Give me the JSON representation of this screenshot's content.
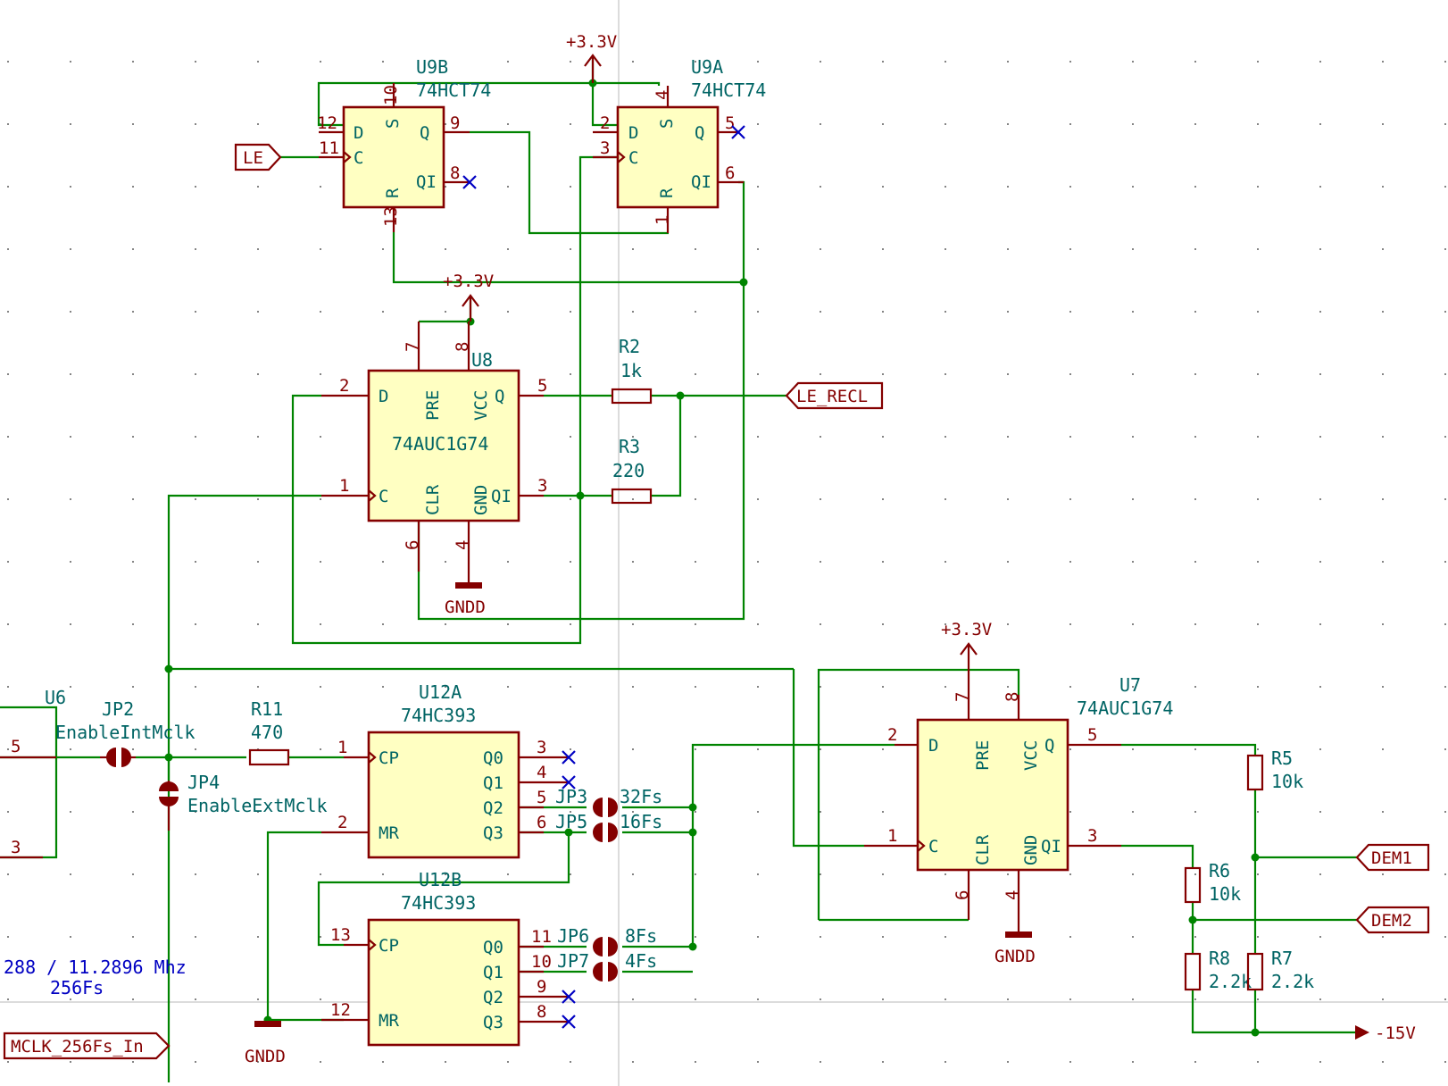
{
  "parts": {
    "u9b": {
      "ref": "U9B",
      "value": "74HCT74",
      "pins": {
        "d": "D",
        "c": "C",
        "s": "S",
        "r": "R",
        "q": "Q",
        "qi": "QI"
      },
      "nums": {
        "p10": "10",
        "p12": "12",
        "p11": "11",
        "p9": "9",
        "p8": "8",
        "p13": "13"
      }
    },
    "u9a": {
      "ref": "U9A",
      "value": "74HCT74",
      "pins": {
        "d": "D",
        "c": "C",
        "s": "S",
        "r": "R",
        "q": "Q",
        "qi": "QI"
      },
      "nums": {
        "p4": "4",
        "p2": "2",
        "p3": "3",
        "p5": "5",
        "p6": "6",
        "p1": "1"
      }
    },
    "u8": {
      "ref": "U8",
      "value": "74AUC1G74",
      "pins": {
        "d": "D",
        "pre": "PRE",
        "vcc": "VCC",
        "q": "Q",
        "c": "C",
        "clr": "CLR",
        "gnd": "GND",
        "qi": "QI"
      },
      "nums": {
        "p7": "7",
        "p8": "8",
        "p2": "2",
        "p5": "5",
        "p1": "1",
        "p3": "3",
        "p6": "6",
        "p4": "4"
      }
    },
    "u7": {
      "ref": "U7",
      "value": "74AUC1G74",
      "pins": {
        "d": "D",
        "pre": "PRE",
        "vcc": "VCC",
        "q": "Q",
        "c": "C",
        "clr": "CLR",
        "gnd": "GND",
        "qi": "QI"
      },
      "nums": {
        "p7": "7",
        "p8": "8",
        "p2": "2",
        "p5": "5",
        "p1": "1",
        "p3": "3",
        "p6": "6",
        "p4": "4"
      }
    },
    "u12a": {
      "ref": "U12A",
      "value": "74HC393",
      "pins": {
        "cp": "CP",
        "mr": "MR",
        "q0": "Q0",
        "q1": "Q1",
        "q2": "Q2",
        "q3": "Q3"
      },
      "nums": {
        "p1": "1",
        "p2": "2",
        "p3": "3",
        "p4": "4",
        "p5": "5",
        "p6": "6"
      }
    },
    "u12b": {
      "ref": "U12B",
      "value": "74HC393",
      "pins": {
        "cp": "CP",
        "mr": "MR",
        "q0": "Q0",
        "q1": "Q1",
        "q2": "Q2",
        "q3": "Q3"
      },
      "nums": {
        "p13": "13",
        "p12": "12",
        "p11": "11",
        "p10": "10",
        "p9": "9",
        "p8": "8"
      }
    },
    "u6": {
      "ref": "U6",
      "nums": {
        "p5": "5",
        "p3": "3"
      }
    },
    "r2": {
      "ref": "R2",
      "value": "1k"
    },
    "r3": {
      "ref": "R3",
      "value": "220"
    },
    "r11": {
      "ref": "R11",
      "value": "470"
    },
    "r5": {
      "ref": "R5",
      "value": "10k"
    },
    "r6": {
      "ref": "R6",
      "value": "10k"
    },
    "r7": {
      "ref": "R7",
      "value": "2.2k"
    },
    "r8": {
      "ref": "R8",
      "value": "2.2k"
    },
    "jp2": {
      "ref": "JP2",
      "value": "EnableIntMclk"
    },
    "jp4": {
      "ref": "JP4",
      "value": "EnableExtMclk"
    },
    "jp3": {
      "ref": "JP3",
      "value": "32Fs"
    },
    "jp5": {
      "ref": "JP5",
      "value": "16Fs"
    },
    "jp6": {
      "ref": "JP6",
      "value": "8Fs"
    },
    "jp7": {
      "ref": "JP7",
      "value": "4Fs"
    }
  },
  "power": {
    "vcc_top": "+3.3V",
    "vcc_mid": "+3.3V",
    "vcc_u7": "+3.3V",
    "gnd_u8": "GNDD",
    "gnd_u7": "GNDD",
    "gnd_u12": "GNDD",
    "neg": "-15V"
  },
  "labels": {
    "le": "LE",
    "le_recl": "LE_RECL",
    "dem1": "DEM1",
    "dem2": "DEM2",
    "mclk": "MCLK_256Fs_In"
  },
  "notes": {
    "freq": "288 / 11.2896 Mhz",
    "fs": "256Fs"
  },
  "colors": {
    "wire": "#008400",
    "pin": "#840000",
    "body_fill": "#ffffc2",
    "ref_text": "#006464",
    "note_text": "#0000c2",
    "background": "#ffffff"
  }
}
